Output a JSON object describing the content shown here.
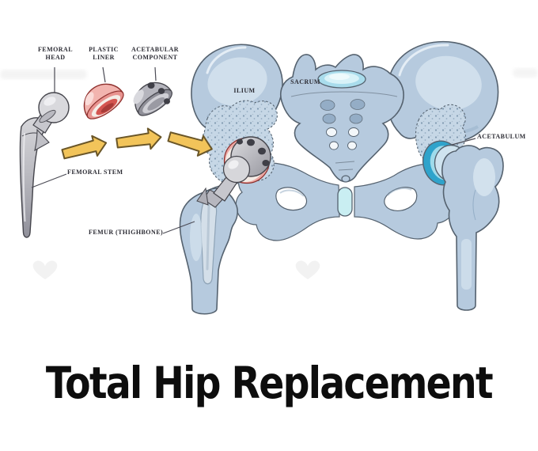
{
  "title": "Total Hip Replacement",
  "diagram": {
    "labels": {
      "femoral_head": "FEMORAL HEAD",
      "plastic_liner": "PLASTIC LINER",
      "acetabular_component": "ACETABULAR COMPONENT",
      "ilium": "ILIUM",
      "sacrum": "SACRUM",
      "acetabulum": "ACETABULUM",
      "femoral_stem": "FEMORAL STEM",
      "femur_thighbone": "FEMUR (THIGHBONE)"
    },
    "icons": {
      "assembly_arrow": "arrow-right-icon",
      "watermark": "heart-icon"
    },
    "colors": {
      "bone": "#b6cade",
      "bone_highlight": "#dbe8f2",
      "bone_shadow": "#8fa9c2",
      "bone_outline": "#55626f",
      "graft_fill": "#c6d7e6",
      "implant_metal": "#cdcdd2",
      "implant_metal_dark": "#8f8f98",
      "implant_outline": "#45454c",
      "liner_pink": "#f2b4af",
      "liner_red": "#d45550",
      "liner_cream": "#f4ece6",
      "acetabulum_teal": "#2fa3cb",
      "acetabulum_teal_light": "#d8f3f9",
      "disc_cyan": "#a9dcec",
      "symphysis_cyan": "#c9eef2",
      "arrow_yellow": "#f2c45a",
      "arrow_outline": "#6a5628",
      "label_text": "#2b2b33",
      "title_text": "#0d0d0d"
    }
  }
}
